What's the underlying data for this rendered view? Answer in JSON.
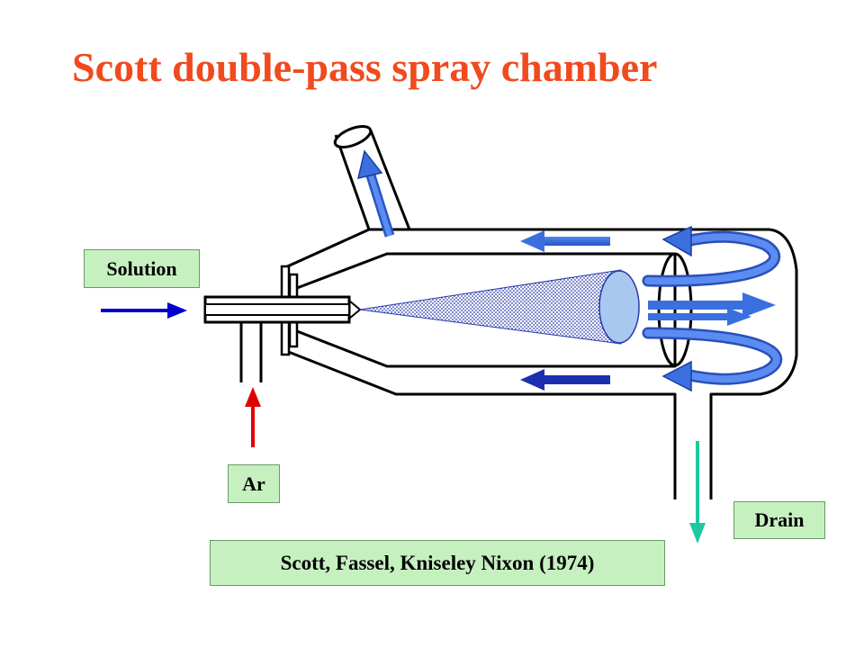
{
  "title": "Scott double-pass spray chamber",
  "labels": {
    "solution": "Solution",
    "ar": "Ar",
    "drain": "Drain",
    "citation": "Scott, Fassel, Kniseley Nixon (1974)"
  },
  "colors": {
    "title": "#f04a1e",
    "label_fill": "#c6f0c0",
    "solution_arrow": "#0000cc",
    "ar_arrow": "#e00000",
    "drain_arrow": "#1fc9a0",
    "flow_arrow": "#3a6fe0",
    "aerosol": "#2a3aa8",
    "chamber_outline": "#000000"
  }
}
